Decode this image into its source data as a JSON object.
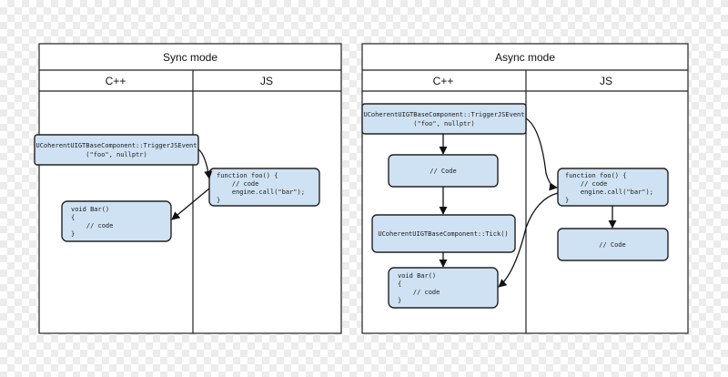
{
  "sync": {
    "title": "Sync mode",
    "col_cpp": "C++",
    "col_js": "JS",
    "trigger": [
      "UCoherentUIGTBaseComponent::TriggerJSEvent",
      "(\"foo\", nullptr)"
    ],
    "bar": [
      "void Bar()",
      "{",
      "    // code",
      "}"
    ],
    "foo": [
      "function foo() {",
      "    // code",
      "    engine.call(\"bar\");",
      "}"
    ]
  },
  "async": {
    "title": "Async mode",
    "col_cpp": "C++",
    "col_js": "JS",
    "trigger": [
      "UCoherentUIGTBaseComponent::TriggerJSEvent",
      "(\"foo\", nullptr)"
    ],
    "code": "// Code",
    "tick": "UCoherentUIGTBaseComponent::Tick()",
    "bar": [
      "void Bar()",
      "{",
      "    // code",
      "}"
    ],
    "foo": [
      "function foo() {",
      "    // code",
      "    engine.call(\"bar\");",
      "}"
    ],
    "js_code": "// Code"
  }
}
